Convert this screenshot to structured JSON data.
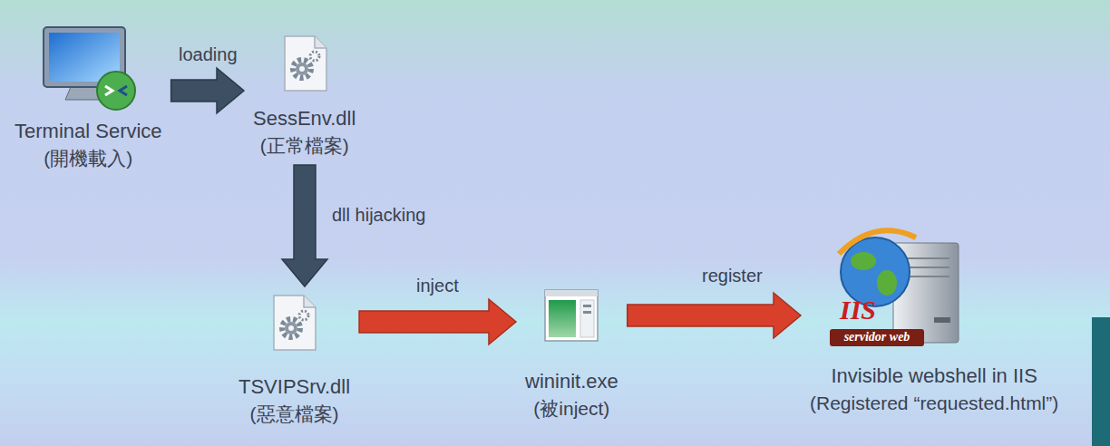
{
  "diagram": {
    "nodes": [
      {
        "text": [
          "Terminal Service",
          "(開機載入)"
        ]
      },
      {
        "text": [
          "SessEnv.dll",
          "(正常檔案)"
        ]
      },
      {
        "text": [
          "TSVIPSrv.dll",
          "(惡意檔案)"
        ]
      },
      {
        "text": [
          "wininit.exe",
          "(被inject)"
        ]
      },
      {
        "text": [
          "Invisible webshell in IIS",
          "(Registered “requested.html”)"
        ]
      }
    ],
    "edges": [
      {
        "from": 0,
        "to": 1,
        "arrow": "to",
        "label": "loading"
      },
      {
        "from": 1,
        "to": 2,
        "arrow": "to",
        "label": "dll hijacking"
      },
      {
        "from": 2,
        "to": 3,
        "arrow": "to",
        "label": "inject"
      },
      {
        "from": 3,
        "to": 4,
        "arrow": "to",
        "label": "register"
      }
    ],
    "labels": [
      "IIS",
      "servidor web"
    ]
  }
}
